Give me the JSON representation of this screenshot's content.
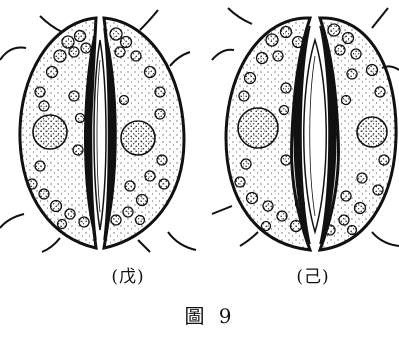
{
  "figure": {
    "label_left": "(戊)",
    "label_right": "(己)",
    "caption": "圖 9"
  },
  "colors": {
    "ink": "#111111",
    "background": "#ffffff",
    "stipple": "#222222"
  }
}
